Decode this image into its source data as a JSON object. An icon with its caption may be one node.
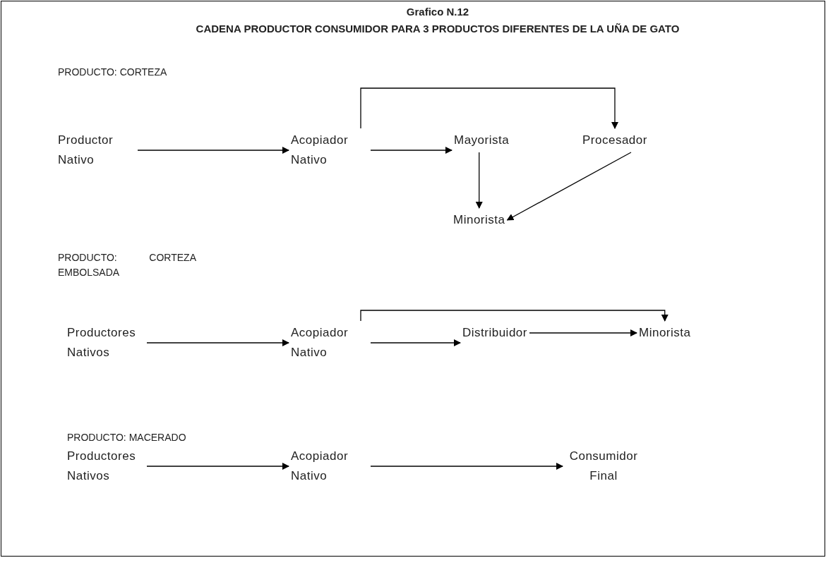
{
  "diagram": {
    "title": "Grafico N.12",
    "nodes": [
      {
        "text": [
          "Productor Nativo"
        ]
      },
      {
        "text": [
          "Acopiador Nativo"
        ]
      },
      {
        "text": [
          "Mayorista"
        ]
      },
      {
        "text": [
          "Procesador"
        ]
      },
      {
        "text": [
          "Minorista"
        ]
      },
      {
        "text": [
          "Productores Nativos"
        ]
      },
      {
        "text": [
          "Acopiador Nativo"
        ]
      },
      {
        "text": [
          "Distribuidor"
        ]
      },
      {
        "text": [
          "Minorista"
        ]
      },
      {
        "text": [
          "Productores Nativos"
        ]
      },
      {
        "text": [
          "Acopiador Nativo"
        ]
      },
      {
        "text": [
          "Consumidor Final"
        ]
      }
    ],
    "edges": [
      {
        "from": 0,
        "to": 1,
        "arrow": "to"
      },
      {
        "from": 1,
        "to": 2,
        "arrow": "to"
      },
      {
        "from": 1,
        "to": 3,
        "arrow": "to"
      },
      {
        "from": 2,
        "to": 4,
        "arrow": "to"
      },
      {
        "from": 3,
        "to": 4,
        "arrow": "to"
      },
      {
        "from": 5,
        "to": 6,
        "arrow": "to"
      },
      {
        "from": 6,
        "to": 7,
        "arrow": "to"
      },
      {
        "from": 7,
        "to": 8,
        "arrow": "to"
      },
      {
        "from": 6,
        "to": 8,
        "arrow": "to"
      },
      {
        "from": 9,
        "to": 10,
        "arrow": "to"
      },
      {
        "from": 10,
        "to": 11,
        "arrow": "to"
      }
    ],
    "labels": [
      "CADENA PRODUCTOR  CONSUMIDOR PARA 3 PRODUCTOS DIFERENTES DE LA UÑA DE GATO",
      "PRODUCTO: CORTEZA",
      "PRODUCTO: CORTEZA EMBOLSADA",
      "PRODUCTO: MACERADO"
    ]
  }
}
